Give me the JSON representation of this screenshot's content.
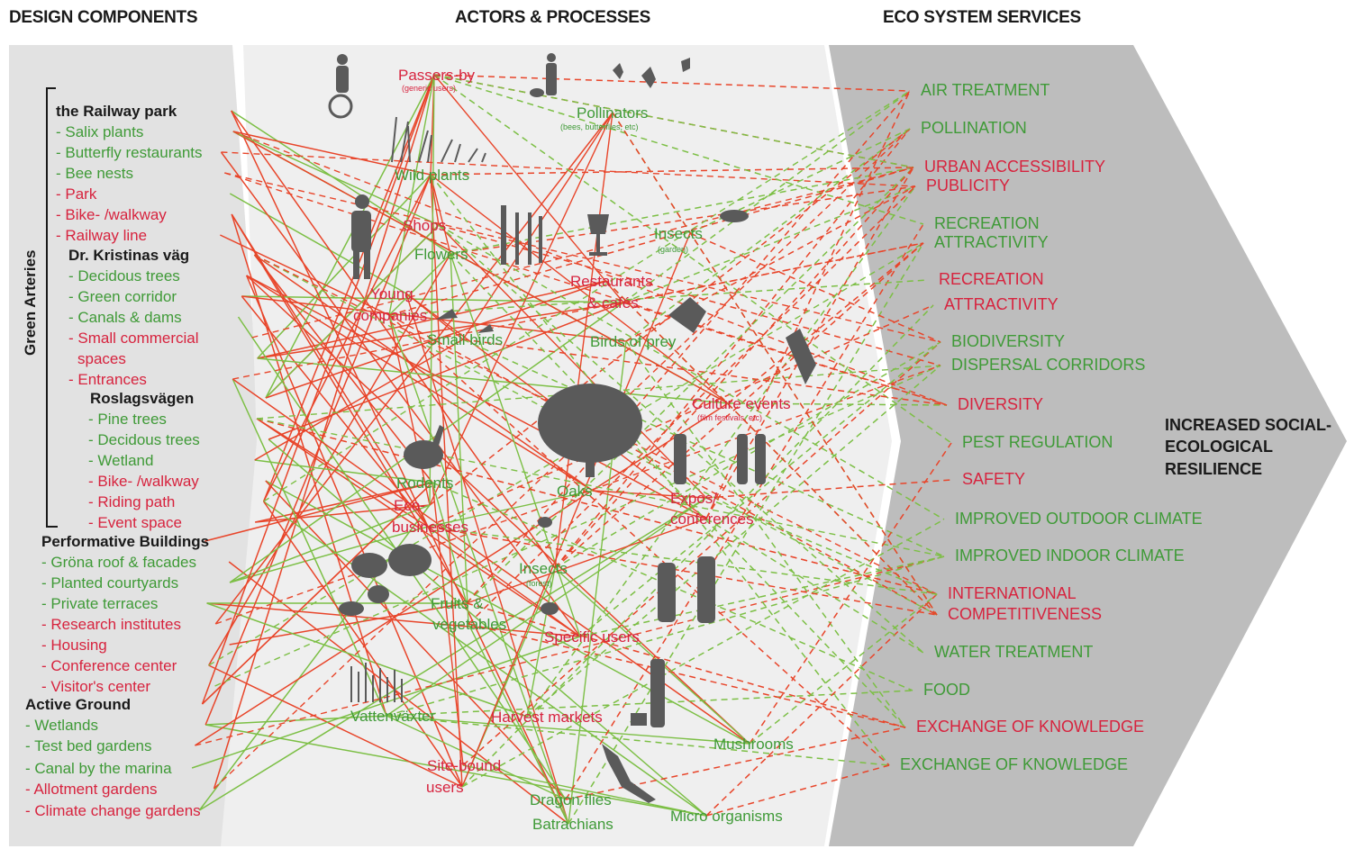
{
  "headers": {
    "design": "DESIGN COMPONENTS",
    "actors": "ACTORS & PROCESSES",
    "eco": "ECO SYSTEM SERVICES"
  },
  "bracket_label": "Green Arteries",
  "design_components": [
    {
      "text": "the Railway park",
      "color": "dark",
      "bold": true
    },
    {
      "text": "- Salix plants",
      "color": "green"
    },
    {
      "text": "- Butterfly restaurants",
      "color": "green"
    },
    {
      "text": "- Bee nests",
      "color": "green"
    },
    {
      "text": "- Park",
      "color": "red"
    },
    {
      "text": "- Bike- /walkway",
      "color": "red"
    },
    {
      "text": "- Railway line",
      "color": "red"
    },
    {
      "text": "Dr. Kristinas väg",
      "color": "dark",
      "bold": true
    },
    {
      "text": "- Decidous trees",
      "color": "green"
    },
    {
      "text": "- Green corridor",
      "color": "green"
    },
    {
      "text": "- Canals & dams",
      "color": "green"
    },
    {
      "text": "- Small commercial",
      "color": "red"
    },
    {
      "text": "spaces",
      "color": "red"
    },
    {
      "text": "- Entrances",
      "color": "red"
    },
    {
      "text": "Roslagsvägen",
      "color": "dark",
      "bold": true
    },
    {
      "text": "- Pine trees",
      "color": "green"
    },
    {
      "text": "- Decidous trees",
      "color": "green"
    },
    {
      "text": "- Wetland",
      "color": "green"
    },
    {
      "text": "- Bike- /walkway",
      "color": "red"
    },
    {
      "text": "- Riding path",
      "color": "red"
    },
    {
      "text": "- Event space",
      "color": "red"
    },
    {
      "text": "Performative Buildings",
      "color": "dark",
      "bold": true
    },
    {
      "text": "- Gröna roof & facades",
      "color": "green"
    },
    {
      "text": "- Planted courtyards",
      "color": "green"
    },
    {
      "text": "- Private terraces",
      "color": "green"
    },
    {
      "text": "- Research institutes",
      "color": "red"
    },
    {
      "text": "- Housing",
      "color": "red"
    },
    {
      "text": "- Conference center",
      "color": "red"
    },
    {
      "text": "- Visitor's center",
      "color": "red"
    },
    {
      "text": "Active Ground",
      "color": "dark",
      "bold": true
    },
    {
      "text": "- Wetlands",
      "color": "green"
    },
    {
      "text": "- Test bed gardens",
      "color": "green"
    },
    {
      "text": "- Canal by the marina",
      "color": "green"
    },
    {
      "text": "- Allotment gardens",
      "color": "red"
    },
    {
      "text": "- Climate change gardens",
      "color": "red"
    }
  ],
  "actors": [
    {
      "text": "Passers-by",
      "color": "red",
      "sub": "(generic users)"
    },
    {
      "text": "Pollinators",
      "color": "green",
      "sub": "(bees, butterflies, etc)"
    },
    {
      "text": "Wild plants",
      "color": "green"
    },
    {
      "text": "Shops",
      "color": "red"
    },
    {
      "text": "Flowers",
      "color": "green"
    },
    {
      "text": "Insects",
      "color": "green",
      "sub": "(garden)"
    },
    {
      "text": "Restaurants",
      "color": "red"
    },
    {
      "text": "& cafés",
      "color": "red"
    },
    {
      "text": "Young",
      "color": "red"
    },
    {
      "text": "companies",
      "color": "red"
    },
    {
      "text": "Small birds",
      "color": "green"
    },
    {
      "text": "Birds of prey",
      "color": "green"
    },
    {
      "text": "Culture events",
      "color": "red",
      "sub": "(film festivals, etc)"
    },
    {
      "text": "Rodents",
      "color": "green"
    },
    {
      "text": "Eco-",
      "color": "red"
    },
    {
      "text": "businesses",
      "color": "red"
    },
    {
      "text": "Oaks",
      "color": "green"
    },
    {
      "text": "Expos/",
      "color": "red"
    },
    {
      "text": "conferences",
      "color": "red"
    },
    {
      "text": "Insects",
      "color": "green",
      "sub": "(forest)"
    },
    {
      "text": "Fruits &",
      "color": "green"
    },
    {
      "text": "vegetables",
      "color": "green"
    },
    {
      "text": "Specific users",
      "color": "red"
    },
    {
      "text": "Vattenväxter",
      "color": "green"
    },
    {
      "text": "Harvest markets",
      "color": "red"
    },
    {
      "text": "Mushrooms",
      "color": "green"
    },
    {
      "text": "Site-bound",
      "color": "red"
    },
    {
      "text": "users",
      "color": "red"
    },
    {
      "text": "Dragon flies",
      "color": "green"
    },
    {
      "text": "Batrachians",
      "color": "green"
    },
    {
      "text": "Micro organisms",
      "color": "green"
    }
  ],
  "eco_services": [
    {
      "text": "AIR TREATMENT",
      "color": "green"
    },
    {
      "text": "POLLINATION",
      "color": "green"
    },
    {
      "text": "URBAN ACCESSIBILITY",
      "color": "red"
    },
    {
      "text": "PUBLICITY",
      "color": "red"
    },
    {
      "text": "RECREATION",
      "color": "green"
    },
    {
      "text": "ATTRACTIVITY",
      "color": "green"
    },
    {
      "text": "RECREATION",
      "color": "red"
    },
    {
      "text": "ATTRACTIVITY",
      "color": "red"
    },
    {
      "text": "BIODIVERSITY",
      "color": "green"
    },
    {
      "text": "DISPERSAL CORRIDORS",
      "color": "green"
    },
    {
      "text": "DIVERSITY",
      "color": "red"
    },
    {
      "text": "PEST REGULATION",
      "color": "green"
    },
    {
      "text": "SAFETY",
      "color": "red"
    },
    {
      "text": "IMPROVED OUTDOOR CLIMATE",
      "color": "green"
    },
    {
      "text": "IMPROVED INDOOR CLIMATE",
      "color": "green"
    },
    {
      "text": "INTERNATIONAL",
      "color": "red"
    },
    {
      "text": "COMPETITIVENESS",
      "color": "red"
    },
    {
      "text": "WATER TREATMENT",
      "color": "green"
    },
    {
      "text": "FOOD",
      "color": "green"
    },
    {
      "text": "EXCHANGE OF KNOWLEDGE",
      "color": "red"
    },
    {
      "text": "EXCHANGE OF KNOWLEDGE",
      "color": "green"
    }
  ],
  "resilience": "INCREASED SOCIAL-ECOLOGICAL RESILIENCE",
  "colors": {
    "red": "#d7233e",
    "green": "#3f9a37",
    "dark": "#1a1a1a",
    "panel_left": "#e2e2e2",
    "panel_mid": "#efefef",
    "arrow_gray": "#bdbdbd",
    "link_red": "#e8452a",
    "link_green": "#7cbf45",
    "silhouette": "#5a5a5a"
  },
  "icons": [
    "cyclist-silhouette",
    "walker-with-dog-silhouette",
    "butterflies-icon",
    "grass-plants-icon",
    "person-silhouette",
    "wine-glass-icon",
    "cutlery-icon",
    "insect-icon",
    "small-bird-icon",
    "bird-of-prey-icon",
    "tree-icon",
    "rabbit-icon",
    "people-silhouettes",
    "fruit-vegetables-icon",
    "water-plants-icon",
    "lizard-icon",
    "elderly-person-silhouette"
  ]
}
